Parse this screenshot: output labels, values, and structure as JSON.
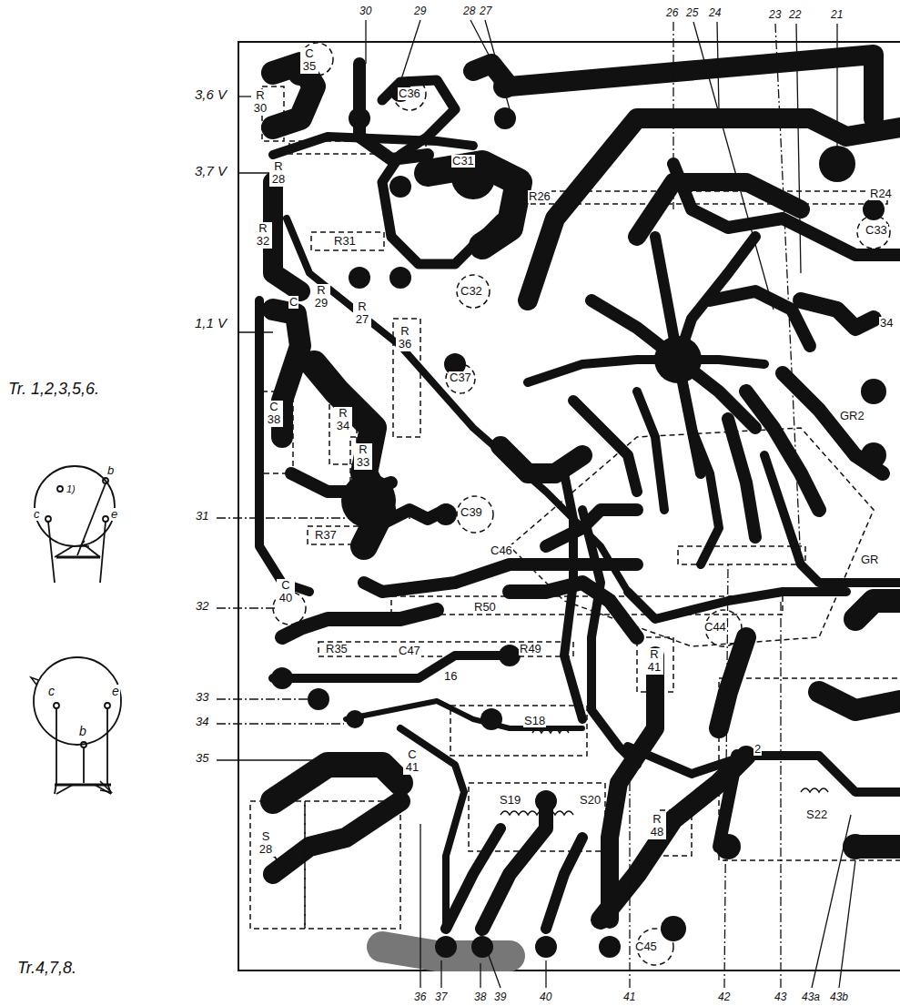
{
  "diagram": {
    "labels": [
      "3,6 V",
      "3,7 V",
      "1,1 V",
      "Tr. 1,2,3,5,6.",
      "1)",
      "c",
      "b",
      "e",
      "31",
      "32",
      "33",
      "34",
      "35",
      "c",
      "b",
      "e",
      "Tr.4,7,8.",
      "30",
      "29",
      "28",
      "27",
      "26",
      "25",
      "24",
      "23",
      "22",
      "21",
      "36",
      "37",
      "38",
      "39",
      "40",
      "41",
      "42",
      "43",
      "43a",
      "43b",
      "R 30",
      "C 35",
      "C36",
      "R 28",
      "C31",
      "R 32",
      "R31",
      "R26",
      "R24",
      "C33",
      "C32",
      "C",
      "R 29",
      "R 27",
      "R 36",
      "C37",
      "C 38",
      "R 34",
      "R 33",
      "C39",
      "R37",
      "C46",
      "C 40",
      "R50",
      "C47",
      "R35",
      "R49",
      "C44",
      "R 41",
      "16",
      "S18",
      "C 41",
      "S 28",
      "S19",
      "S20",
      "R 48",
      "C45",
      "S22",
      "GR2",
      "GR",
      "34",
      "2"
    ]
  }
}
